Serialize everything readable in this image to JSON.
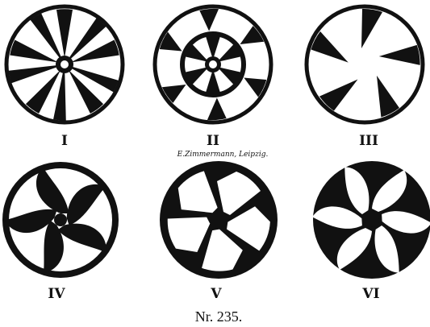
{
  "plate": {
    "ink_color": "#111111",
    "paper_color": "#ffffff",
    "figures": [
      {
        "label": "I",
        "motif": "wedges-radial"
      },
      {
        "label": "II",
        "motif": "wedges-radial-double-ring"
      },
      {
        "label": "III",
        "motif": "wedges-offset-pinwheel"
      },
      {
        "label": "IV",
        "motif": "curved-blades-pinwheel"
      },
      {
        "label": "V",
        "motif": "bent-arms-pinwheel"
      },
      {
        "label": "VI",
        "motif": "curved-blades-pinwheel-dense"
      }
    ],
    "credit": "E.Zimmermann, Leipzig.",
    "caption": "Nr. 235."
  }
}
